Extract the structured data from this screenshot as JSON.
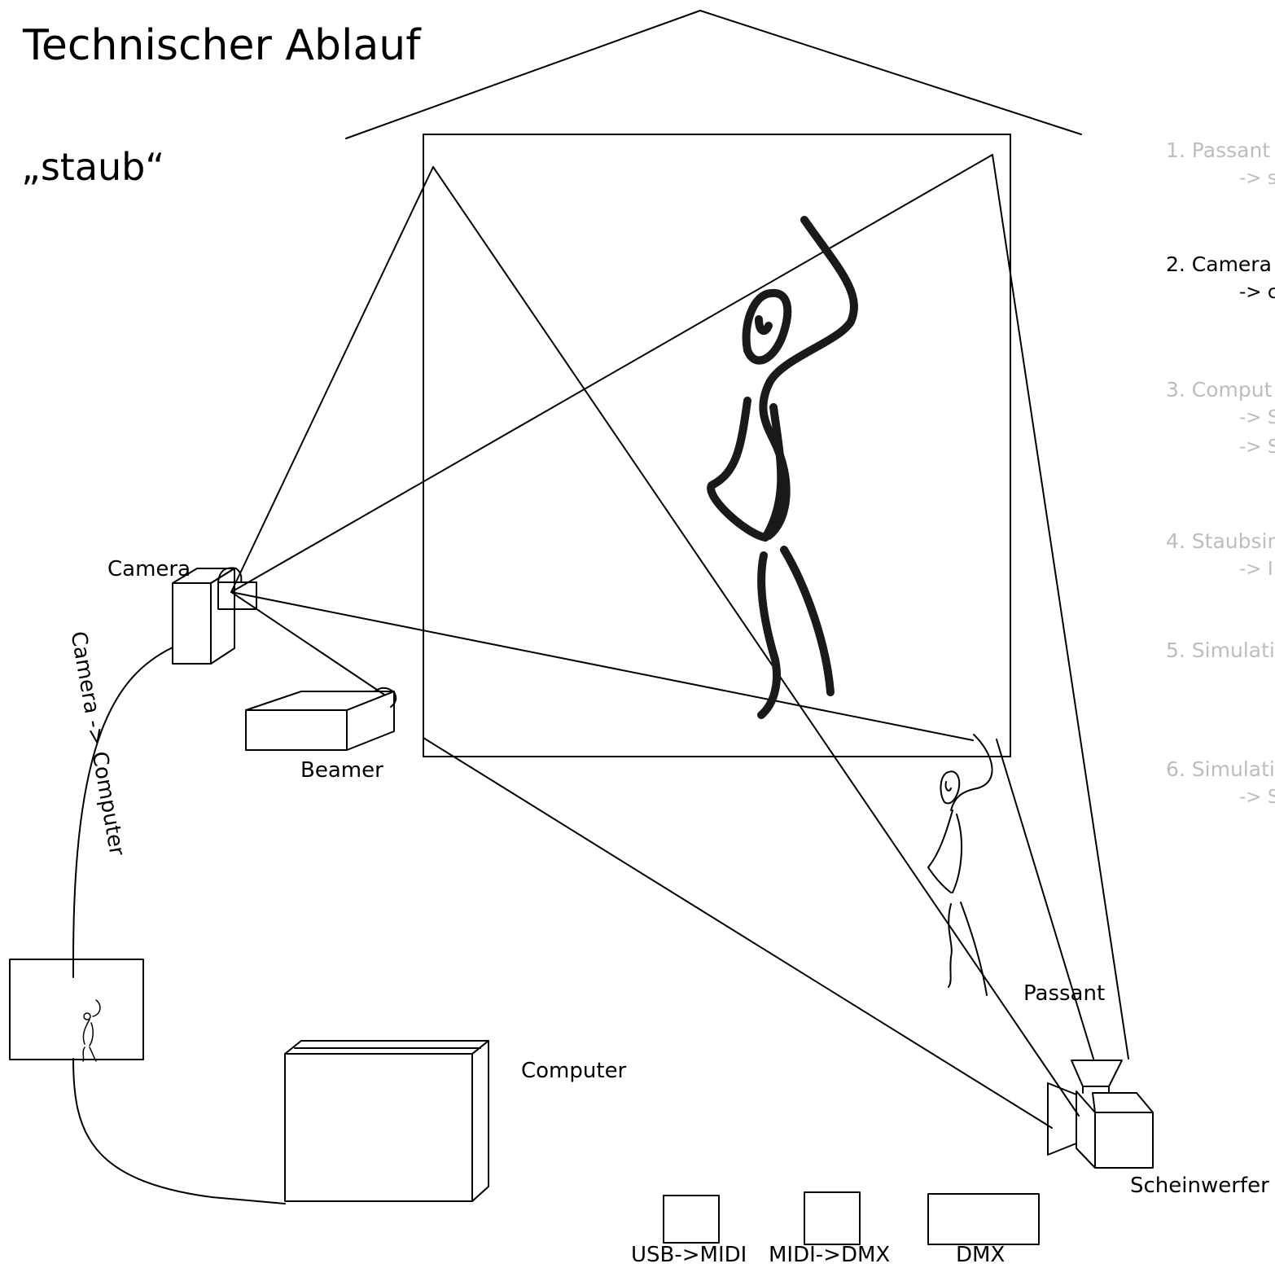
{
  "title": "Technischer Ablauf",
  "subtitle": "„staub“",
  "labels": {
    "camera": "Camera",
    "beamer": "Beamer",
    "computer": "Computer",
    "passant": "Passant",
    "scheinwerfer": "Scheinwerfer",
    "cable": "Camera -> Computer",
    "usb_midi": "USB->MIDI",
    "midi_dmx": "MIDI->DMX",
    "dmx": "DMX"
  },
  "steps": [
    {
      "label": "1. Passant",
      "sub": [
        "-> s"
      ],
      "active": false
    },
    {
      "label": "2. Camera",
      "sub": [
        "-> c"
      ],
      "active": true
    },
    {
      "label": "3. Comput",
      "sub": [
        "-> S",
        "-> S"
      ],
      "active": false
    },
    {
      "label": "4. Staubsin",
      "sub": [
        "-> I"
      ],
      "active": false
    },
    {
      "label": "5. Simulati",
      "sub": [],
      "active": false
    },
    {
      "label": "6. Simulati",
      "sub": [
        "-> S"
      ],
      "active": false
    }
  ],
  "colors": {
    "line": "#000000",
    "inactive_text": "#bdbdbd"
  }
}
